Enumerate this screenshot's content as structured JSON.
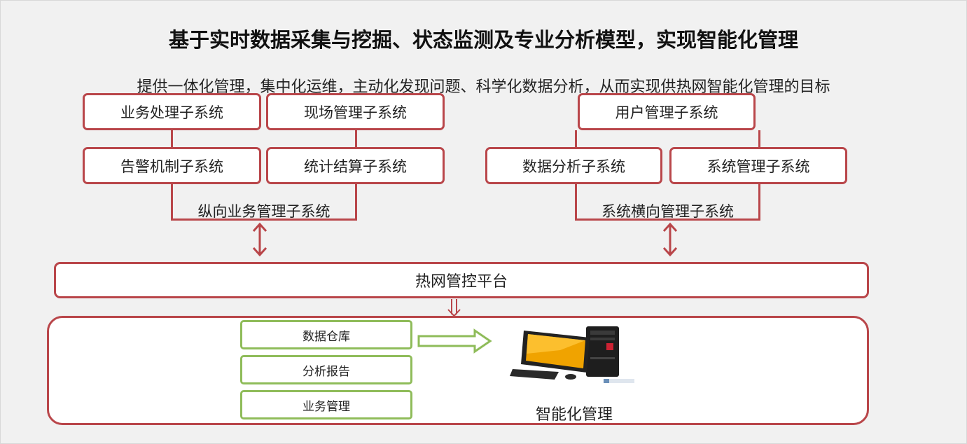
{
  "title": "基于实时数据采集与挖掘、状态监测及专业分析模型，实现智能化管理",
  "subtitle": "提供一体化管理，集中化运维，主动化发现问题、科学化数据分析，从而实现供热网智能化管理的目标",
  "left_group": {
    "label": "纵向业务管理子系统",
    "boxes": [
      "业务处理子系统",
      "现场管理子系统",
      "告警机制子系统",
      "统计结算子系统"
    ]
  },
  "right_group": {
    "label": "系统横向管理子系统",
    "boxes": [
      "用户管理子系统",
      "数据分析子系统",
      "系统管理子系统"
    ]
  },
  "platform": "热网管控平台",
  "bottom": {
    "items": [
      "数据仓库",
      "分析报告",
      "业务管理"
    ],
    "result_label": "智能化管理"
  },
  "colors": {
    "border_red": "#b9464a",
    "border_green": "#8fbc5a",
    "background": "#f1f1f1"
  },
  "icons": [
    "computer-icon",
    "double-arrow-icon",
    "right-arrow-icon"
  ]
}
